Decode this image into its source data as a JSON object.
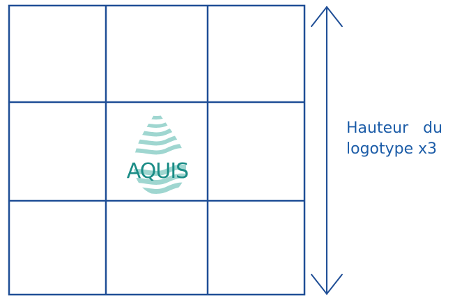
{
  "diagram": {
    "grid": {
      "rows": 3,
      "columns": 3,
      "line_color": "#1f4e96"
    },
    "logo": {
      "wordmark": "AQUIS",
      "drop_color": "#9fd6d0",
      "wordmark_color": "#1a8c86"
    },
    "dimension_arrow": {
      "color": "#1f4e96"
    },
    "caption": {
      "line1": "Hauteur du",
      "line2": "logotype x3",
      "color": "#1d5da8"
    }
  }
}
